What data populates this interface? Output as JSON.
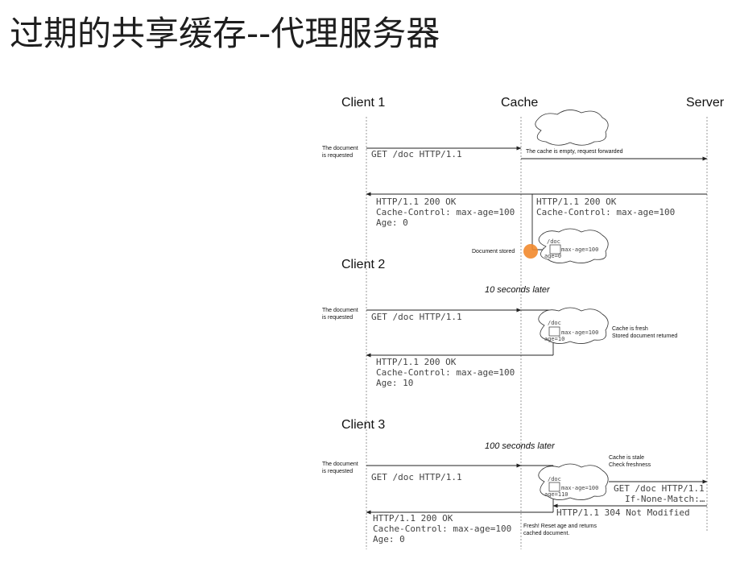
{
  "title": "过期的共享缓存--代理服务器",
  "actors": {
    "client1": "Client 1",
    "cache": "Cache",
    "server": "Server",
    "client2": "Client 2",
    "client3": "Client 3"
  },
  "s1": {
    "doc_requested": [
      "The document",
      "is requested"
    ],
    "request": "GET /doc HTTP/1.1",
    "cache_empty": "The cache is empty, request forwarded",
    "resp_left": [
      "HTTP/1.1 200 OK",
      "Cache-Control: max-age=100",
      "Age: 0"
    ],
    "resp_right": [
      "HTTP/1.1 200 OK",
      "Cache-Control: max-age=100"
    ],
    "doc_stored": "Document stored",
    "cloud": {
      "doc": "/doc",
      "max_age": "max-age=100",
      "age": "age=0"
    }
  },
  "s2": {
    "time_note": "10 seconds later",
    "doc_requested": [
      "The document",
      "is requested"
    ],
    "request": "GET /doc HTTP/1.1",
    "fresh_note": [
      "Cache is fresh",
      "Stored document returned"
    ],
    "resp": [
      "HTTP/1.1 200 OK",
      "Cache-Control: max-age=100",
      "Age: 10"
    ],
    "cloud": {
      "doc": "/doc",
      "max_age": "max-age=100",
      "age": "age=10"
    }
  },
  "s3": {
    "time_note": "100 seconds later",
    "doc_requested": [
      "The document",
      "is requested"
    ],
    "request": "GET /doc HTTP/1.1",
    "stale_note": [
      "Cache is stale",
      "Check freshness"
    ],
    "revalidate": [
      "GET /doc HTTP/1.1",
      "If-None-Match:…"
    ],
    "not_modified": "HTTP/1.1 304 Not Modified",
    "resp": [
      "HTTP/1.1 200 OK",
      "Cache-Control: max-age=100",
      "Age: 0"
    ],
    "fresh_note": [
      "Fresh! Reset age and returns",
      "cached document."
    ],
    "cloud": {
      "doc": "/doc",
      "max_age": "max-age=100",
      "age": "age=110"
    }
  }
}
